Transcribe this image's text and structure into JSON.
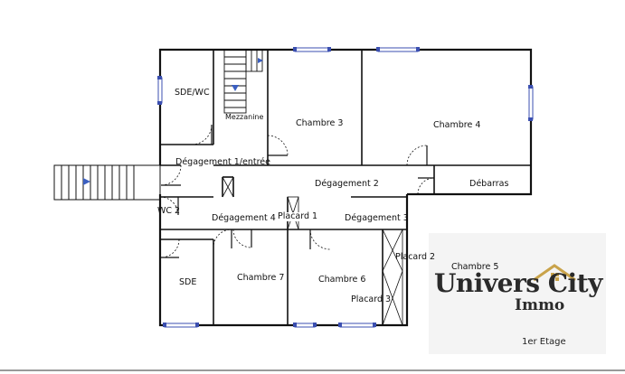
{
  "rooms": {
    "sde_wc": "SDE/WC",
    "mezzanine": "Mezzanine",
    "chambre3": "Chambre 3",
    "chambre4": "Chambre 4",
    "degagement1": "Dégagement 1/entrée",
    "degagement2": "Dégagement 2",
    "debarras": "Débarras",
    "wc2": "WC 2",
    "degagement4": "Dégagement 4",
    "placard1": "Placard 1",
    "degagement3": "Dégagement 3",
    "placard2": "Placard 2",
    "chambre5": "Chambre 5",
    "sde": "SDE",
    "chambre7": "Chambre 7",
    "chambre6": "Chambre 6",
    "placard3": "Placard 3"
  },
  "logo": {
    "line1": "Univers City",
    "line2": "Immo"
  },
  "floor_label": "1er Etage",
  "colors": {
    "wall": "#111111",
    "window": "#3b4fb0",
    "stair_arrow": "#3b5fc0",
    "logo_roof": "#c9a34a",
    "logo_text": "#2a2a2a"
  }
}
